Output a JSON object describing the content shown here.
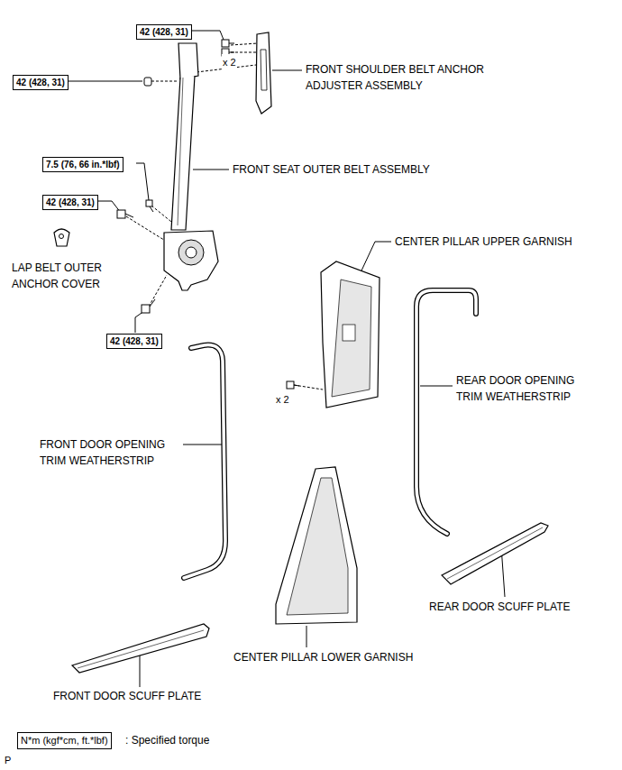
{
  "diagram": {
    "nodes": [
      {
        "text": [
          "42 (428, 31)"
        ]
      },
      {
        "text": [
          "42 (428, 31)"
        ]
      },
      {
        "text": [
          "7.5 (76, 66 in.*lbf)"
        ]
      },
      {
        "text": [
          "42 (428, 31)"
        ]
      },
      {
        "text": [
          "42 (428, 31)"
        ]
      },
      {
        "text": [
          "N*m (kgf*cm, ft.*lbf)"
        ]
      }
    ],
    "labels": [
      "x 2",
      "FRONT SHOULDER BELT ANCHOR ADJUSTER ASSEMBLY",
      "FRONT SEAT OUTER BELT ASSEMBLY",
      "LAP BELT OUTER ANCHOR COVER",
      "CENTER PILLAR UPPER GARNISH",
      "x 2",
      "REAR DOOR OPENING TRIM WEATHERSTRIP",
      "FRONT DOOR OPENING TRIM WEATHERSTRIP",
      "REAR DOOR SCUFF PLATE",
      "CENTER PILLAR LOWER GARNISH",
      "FRONT DOOR SCUFF PLATE",
      ": Specified torque",
      "P"
    ]
  }
}
